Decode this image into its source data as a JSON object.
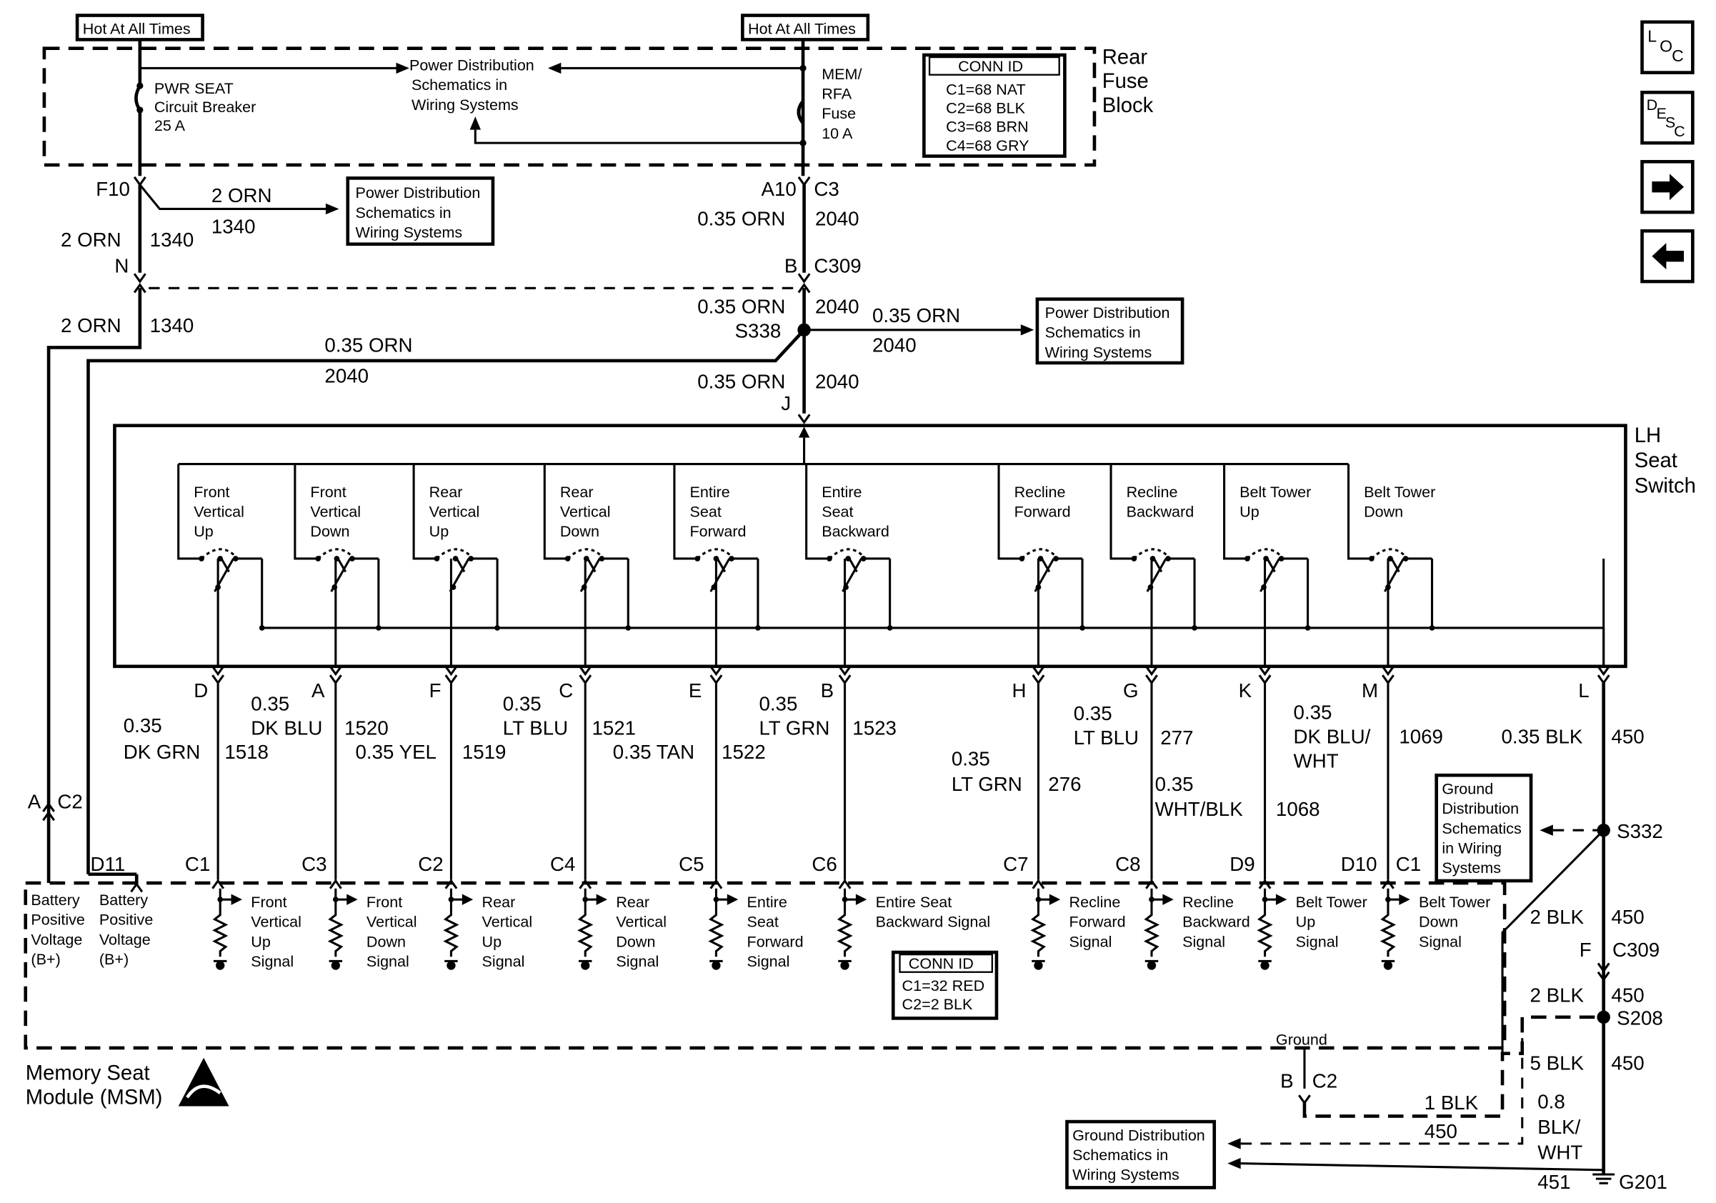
{
  "top": {
    "hot_left": "Hot At All Times",
    "hot_right": "Hot At All Times",
    "pwr_seat": [
      "PWR SEAT",
      "Circuit Breaker",
      "25 A"
    ],
    "pd_fuse": [
      "Power Distribution",
      "Schematics in",
      "Wiring Systems"
    ],
    "mem_fuse": [
      "MEM/",
      "RFA",
      "Fuse",
      "10 A"
    ],
    "conn_id": [
      "CONN ID",
      "C1=68 NAT",
      "C2=68 BLK",
      "C3=68 BRN",
      "C4=68 GRY"
    ],
    "rear_fuse": [
      "Rear",
      "Fuse",
      "Block"
    ]
  },
  "wiring": {
    "F10": "F10",
    "orn2_a": "2 ORN",
    "c1340_a": "1340",
    "pd_box1": [
      "Power Distribution",
      "Schematics in",
      "Wiring Systems"
    ],
    "orn2_b": "2 ORN",
    "c1340_b": "1340",
    "N": "N",
    "orn2_c": "2 ORN",
    "c1340_c": "1340",
    "A10": "A10",
    "C3": "C3",
    "orn035_a": "0.35 ORN",
    "c2040_a": "2040",
    "B": "B",
    "C309": "C309",
    "orn035_b": "0.35 ORN",
    "c2040_b": "2040",
    "S338": "S338",
    "orn035_c": "0.35 ORN",
    "c2040_c": "2040",
    "pd_box2": [
      "Power Distribution",
      "Schematics in",
      "Wiring Systems"
    ],
    "orn035_d": "0.35 ORN",
    "c2040_d": "2040",
    "orn035_e": "0.35 ORN",
    "c2040_e": "2040",
    "J": "J"
  },
  "switch": {
    "title": [
      "LH",
      "Seat",
      "Switch"
    ],
    "labels": [
      [
        "Front",
        "Vertical",
        "Up"
      ],
      [
        "Front",
        "Vertical",
        "Down"
      ],
      [
        "Rear",
        "Vertical",
        "Up"
      ],
      [
        "Rear",
        "Vertical",
        "Down"
      ],
      [
        "Entire",
        "Seat",
        "Forward"
      ],
      [
        "Entire",
        "Seat",
        "Backward"
      ],
      [
        "Recline",
        "Forward"
      ],
      [
        "Recline",
        "Backward"
      ],
      [
        "Belt Tower",
        "Up"
      ],
      [
        "Belt Tower",
        "Down"
      ]
    ],
    "pins": [
      "D",
      "A",
      "F",
      "C",
      "E",
      "B",
      "H",
      "G",
      "K",
      "M",
      "L"
    ]
  },
  "circuits": [
    {
      "size": "0.35",
      "color": "DK GRN",
      "num": "1518"
    },
    {
      "size": "0.35",
      "color": "DK BLU",
      "num": "1520"
    },
    {
      "size": "0.35 YEL",
      "color": "",
      "num": "1519"
    },
    {
      "size": "0.35",
      "color": "LT BLU",
      "num": "1521"
    },
    {
      "size": "0.35 TAN",
      "color": "",
      "num": "1522"
    },
    {
      "size": "0.35",
      "color": "LT GRN",
      "num": "1523"
    },
    {
      "size": "0.35",
      "color": "LT GRN",
      "num": "276"
    },
    {
      "size": "0.35",
      "color": "LT BLU",
      "num": "277"
    },
    {
      "size": "0.35",
      "color": "WHT/BLK",
      "num": "1068"
    },
    {
      "size": "0.35",
      "color": "DK BLU/",
      "color2": "WHT",
      "num": "1069"
    },
    {
      "size": "0.35 BLK",
      "color": "",
      "num": "450"
    }
  ],
  "msm": {
    "pins": [
      "D11",
      "C1",
      "C3",
      "C2",
      "C4",
      "C5",
      "C6",
      "C7",
      "C8",
      "D9",
      "D10",
      "C1"
    ],
    "left_conn": [
      "A",
      "C2"
    ],
    "bat1": [
      "Battery",
      "Positive",
      "Voltage",
      "(B+)"
    ],
    "bat2": [
      "Battery",
      "Positive",
      "Voltage",
      "(B+)"
    ],
    "signals": [
      [
        "Front",
        "Vertical",
        "Up",
        "Signal"
      ],
      [
        "Front",
        "Vertical",
        "Down",
        "Signal"
      ],
      [
        "Rear",
        "Vertical",
        "Up",
        "Signal"
      ],
      [
        "Rear",
        "Vertical",
        "Down",
        "Signal"
      ],
      [
        "Entire",
        "Seat",
        "Forward",
        "Signal"
      ],
      [
        "Entire Seat",
        "Backward Signal"
      ],
      [
        "Recline",
        "Forward",
        "Signal"
      ],
      [
        "Recline",
        "Backward",
        "Signal"
      ],
      [
        "Belt Tower",
        "Up",
        "Signal"
      ],
      [
        "Belt Tower",
        "Down",
        "Signal"
      ]
    ],
    "conn_id": [
      "CONN ID",
      "C1=32 RED",
      "C2=2 BLK"
    ],
    "ground": "Ground",
    "B": "B",
    "C2": "C2",
    "name": [
      "Memory Seat",
      "Module (MSM)"
    ]
  },
  "ground": {
    "gd_box1": [
      "Ground",
      "Distribution",
      "Schematics",
      "in Wiring",
      "Systems"
    ],
    "S332": "S332",
    "blk2_a": "2 BLK",
    "c450_a": "450",
    "F": "F",
    "C309": "C309",
    "blk2_b": "2 BLK",
    "c450_b": "450",
    "S208": "S208",
    "blk5": "5 BLK",
    "c450_c": "450",
    "blk1": "1 BLK",
    "c450_d": "450",
    "blkwht": [
      "0.8",
      "BLK/",
      "WHT"
    ],
    "c451": "451",
    "G201": "G201",
    "gd_box2": [
      "Ground Distribution",
      "Schematics in",
      "Wiring Systems"
    ]
  },
  "nav": {
    "loc": [
      "L",
      "O",
      "C"
    ],
    "desc": [
      "D",
      "E",
      "S",
      "C"
    ],
    "next": "next-arrow",
    "prev": "previous-arrow"
  }
}
